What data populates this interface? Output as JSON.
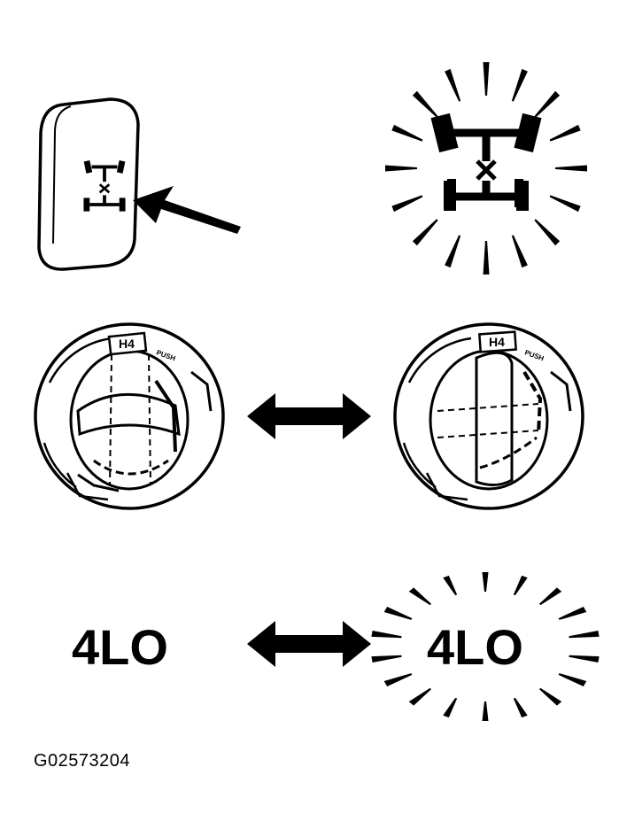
{
  "indicator_text_left": "4LO",
  "indicator_text_right": "4LO",
  "knob_position_label_left": "H4",
  "knob_push_label_left": "PUSH",
  "knob_position_label_right": "H4",
  "knob_push_label_right": "PUSH",
  "figure_code": "G02573204",
  "icons": {
    "drive_indicator": "4wd-drivetrain-icon",
    "press_arrow": "arrow-right-icon",
    "toggle_arrow": "double-headed-arrow-icon",
    "flash_rays": "flashing-rays-icon"
  },
  "colors": {
    "ink": "#000000",
    "background": "#ffffff"
  }
}
